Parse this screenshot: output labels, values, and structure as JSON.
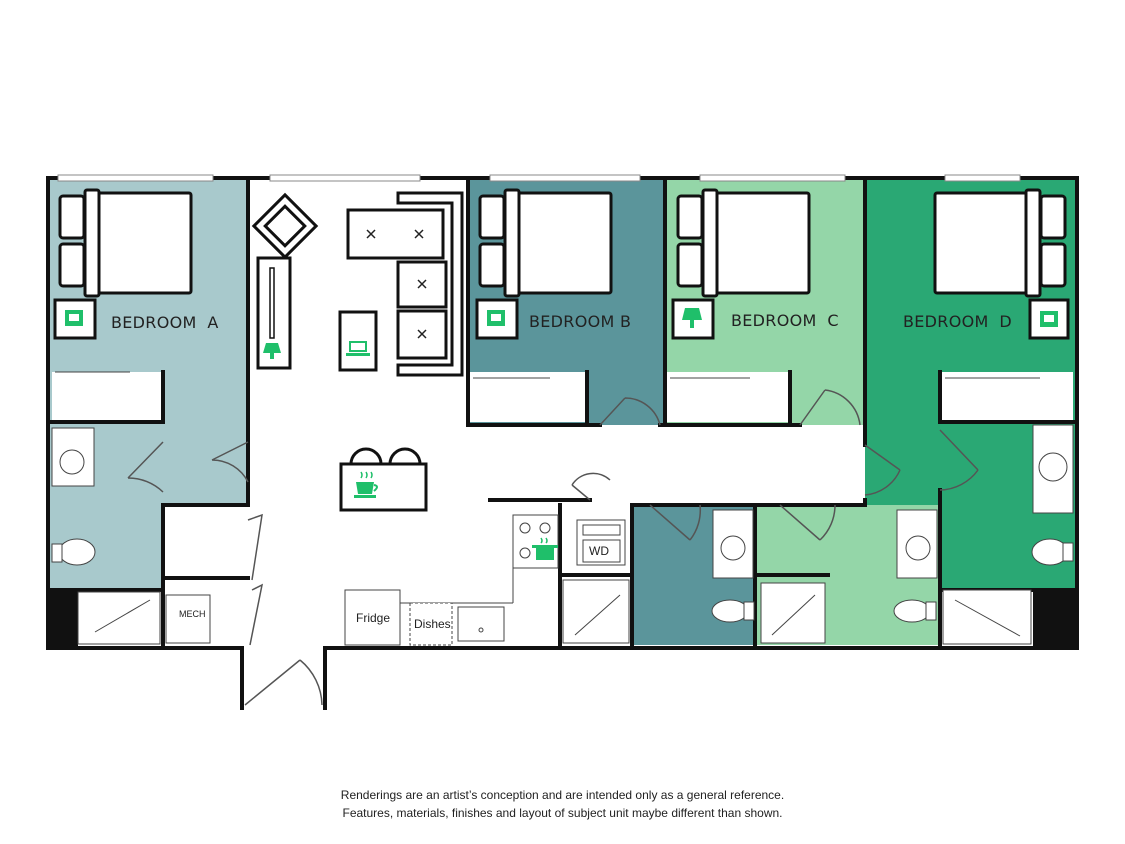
{
  "floorplan": {
    "rooms": [
      {
        "label": "BEDROOM  A",
        "color": "#a8c9cc"
      },
      {
        "label": "BEDROOM B",
        "color": "#5b959b"
      },
      {
        "label": "BEDROOM  C",
        "color": "#94d6a8"
      },
      {
        "label": "BEDROOM  D",
        "color": "#2aa874"
      }
    ],
    "fixtures": {
      "mech": "MECH",
      "fridge": "Fridge",
      "dishes": "Dishes",
      "washer_dryer": "WD"
    },
    "icons": [
      "desk-charging-icon",
      "lamp-icon",
      "laptop-icon",
      "coffee-cup-icon",
      "cooking-pot-icon"
    ],
    "accent_color": "#1fbf6a"
  },
  "disclaimer": {
    "line1": "Renderings are an artist’s conception and are intended only as a general reference.",
    "line2": "Features, materials, finishes and layout of subject unit maybe different than shown."
  }
}
